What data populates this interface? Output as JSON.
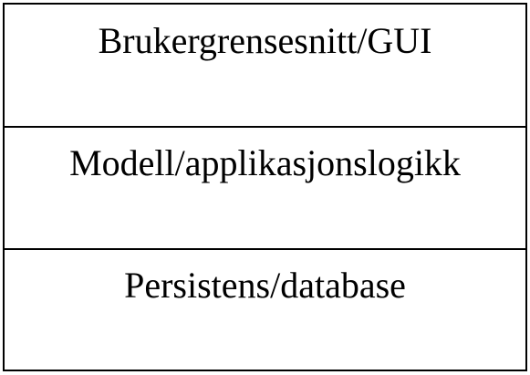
{
  "layers": [
    {
      "label": "Brukergrensesnitt/GUI"
    },
    {
      "label": "Modell/applikasjonslogikk"
    },
    {
      "label": "Persistens/database"
    }
  ],
  "colors": {
    "background": "#ffffff",
    "border": "#000000",
    "text": "#000000"
  }
}
